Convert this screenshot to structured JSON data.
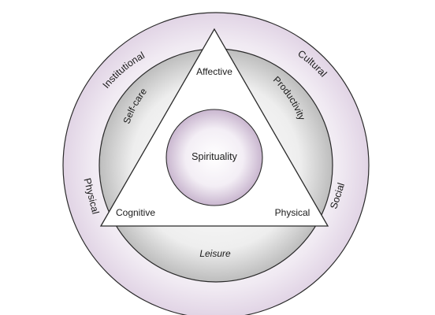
{
  "diagram": {
    "outer_ring": {
      "labels": {
        "institutional": "Institutional",
        "cultural": "Cultural",
        "physical": "Physical",
        "social": "Social"
      }
    },
    "middle_ring": {
      "labels": {
        "self_care": "Self-care",
        "productivity": "Productivity",
        "leisure": "Leisure"
      }
    },
    "triangle": {
      "labels": {
        "top": "Affective",
        "left": "Cognitive",
        "right": "Physical"
      }
    },
    "core": {
      "label": "Spirituality"
    },
    "colors": {
      "outer_ring": "#e7ddea",
      "middle_ring": "#cdcdcd",
      "core": "#d7c7dc",
      "stroke": "#2a2a2a"
    }
  }
}
